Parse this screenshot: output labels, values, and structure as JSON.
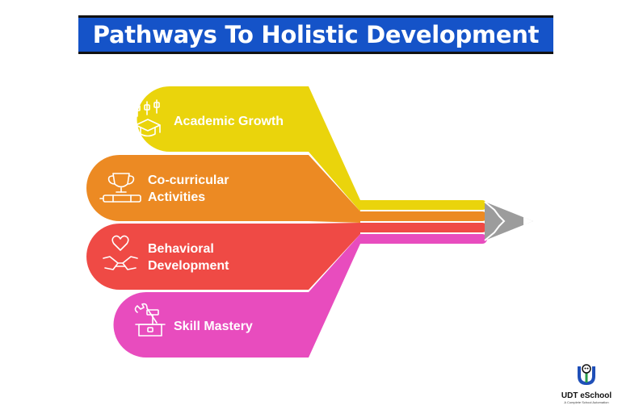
{
  "title": "Pathways To Holistic Development",
  "bands": [
    {
      "lines": [
        "Academic Growth"
      ],
      "icon": "graduation-cap-icon",
      "color": "#ead40c"
    },
    {
      "lines": [
        "Co-curricular",
        "Activities"
      ],
      "icon": "trophy-icon",
      "color": "#ec8a23"
    },
    {
      "lines": [
        "Behavioral",
        "Development"
      ],
      "icon": "heart-handshake-icon",
      "color": "#ef4a45"
    },
    {
      "lines": [
        "Skill Mastery"
      ],
      "icon": "toolbox-icon",
      "color": "#e84cbe"
    }
  ],
  "pencil_tip_color": "#9c9c9c",
  "logo": {
    "name": "UDT eSchool",
    "tagline": "A Complete School Automation",
    "icon": "udt-logo-icon"
  }
}
